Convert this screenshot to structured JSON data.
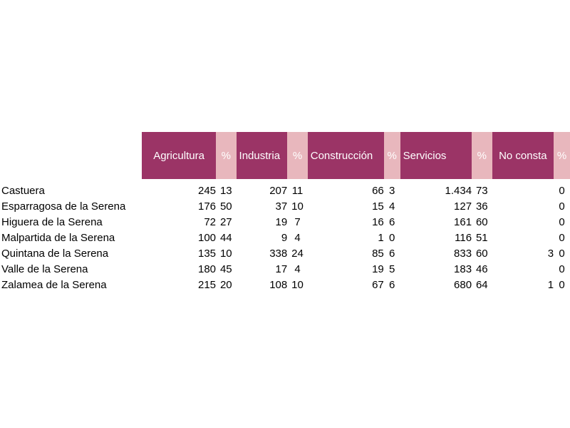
{
  "chart_data": {
    "type": "table",
    "columns": [
      "Agricultura",
      "%",
      "Industria",
      "%",
      "Construcción",
      "%",
      "Servicios",
      "%",
      "No consta",
      "%"
    ],
    "rows": [
      {
        "name": "Castuera",
        "values": [
          "245",
          "13",
          "207",
          "11",
          "66",
          "3",
          "1.434",
          "73",
          "",
          "0"
        ]
      },
      {
        "name": "Esparragosa de la Serena",
        "values": [
          "176",
          "50",
          "37",
          "10",
          "15",
          "4",
          "127",
          "36",
          "",
          "0"
        ]
      },
      {
        "name": "Higuera de la Serena",
        "values": [
          "72",
          "27",
          "19",
          "7",
          "16",
          "6",
          "161",
          "60",
          "",
          "0"
        ]
      },
      {
        "name": "Malpartida de la Serena",
        "values": [
          "100",
          "44",
          "9",
          "4",
          "1",
          "0",
          "116",
          "51",
          "",
          "0"
        ]
      },
      {
        "name": "Quintana de la Serena",
        "values": [
          "135",
          "10",
          "338",
          "24",
          "85",
          "6",
          "833",
          "60",
          "3",
          "0"
        ]
      },
      {
        "name": "Valle de la Serena",
        "values": [
          "180",
          "45",
          "17",
          "4",
          "19",
          "5",
          "183",
          "46",
          "",
          "0"
        ]
      },
      {
        "name": "Zalamea de la Serena",
        "values": [
          "215",
          "20",
          "108",
          "10",
          "67",
          "6",
          "680",
          "64",
          "1",
          "0"
        ]
      }
    ]
  },
  "colors": {
    "category_header": "#9b3466",
    "percent_header": "#e8b7bd",
    "header_text": "#ffffff"
  }
}
